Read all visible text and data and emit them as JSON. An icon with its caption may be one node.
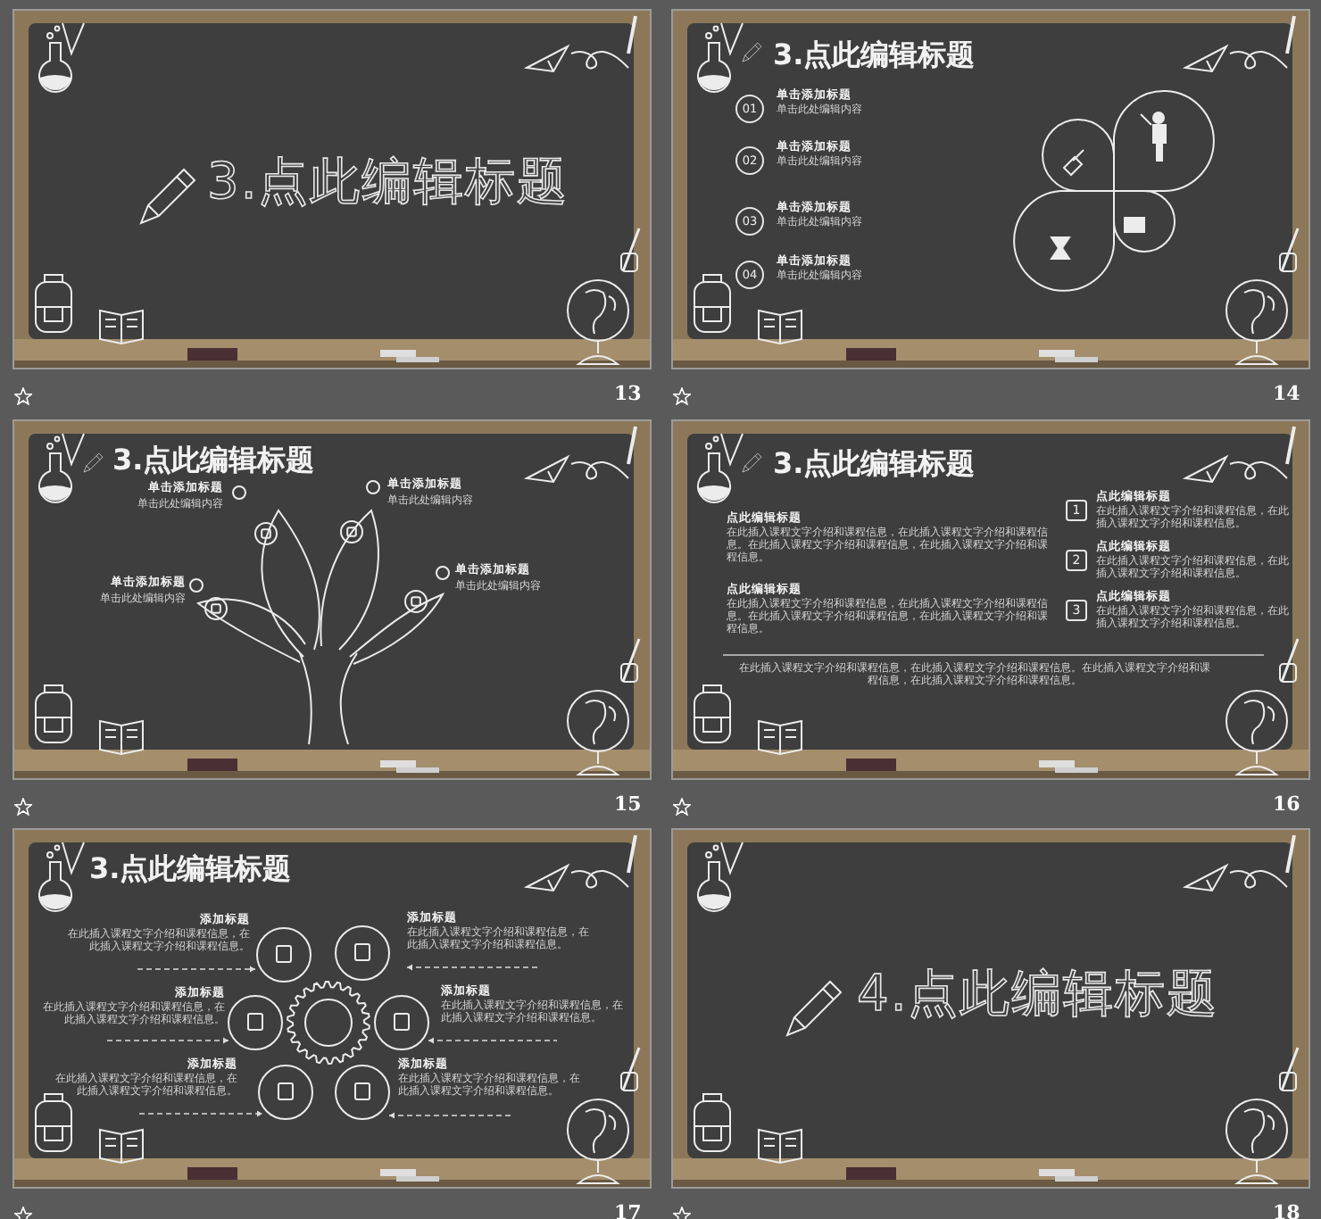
{
  "diagram": {
    "nodes": [
      {
        "text": [
          "3.点此编辑标题"
        ],
        "beside": [
          "13"
        ]
      },
      {
        "text": [
          "3.点此编辑标题",
          "单击添加标题",
          "单击此处编辑内容",
          "单击添加标题",
          "单击此处编辑内容",
          "单击添加标题",
          "单击此处编辑内容",
          "单击添加标题",
          "单击此处编辑内容"
        ],
        "beside": [
          "14"
        ]
      },
      {
        "text": [
          "01"
        ],
        "in": 1
      },
      {
        "text": [
          "02"
        ],
        "in": 1
      },
      {
        "text": [
          "03"
        ],
        "in": 1
      },
      {
        "text": [
          "04"
        ],
        "in": 1
      },
      {
        "text": [
          "3.点此编辑标题",
          "单击添加标题",
          "单击此处编辑内容",
          "单击添加标题",
          "单击此处编辑内容",
          "单击添加标题",
          "单击此处编辑内容",
          "单击添加标题",
          "单击此处编辑内容"
        ],
        "beside": [
          "15"
        ]
      },
      {
        "text": [
          "3.点此编辑标题",
          "点此编辑标题",
          "在此插入课程文字介绍和课程信息，在此插入课程文字介绍和课程信息。在此插入课程文字介绍和课程信息，在此插入课程文字介绍和课程信息。",
          "点此编辑标题",
          "在此插入课程文字介绍和课程信息，在此插入课程文字介绍和课程信息。在此插入课程文字介绍和课程信息，在此插入课程文字介绍和课程信息。",
          "点此编辑标题",
          "在此插入课程文字介绍和课程信息，在此插入课程文字介绍和课程信息。",
          "点此编辑标题",
          "在此插入课程文字介绍和课程信息，在此插入课程文字介绍和课程信息。",
          "点此编辑标题",
          "在此插入课程文字介绍和课程信息，在此插入课程文字介绍和课程信息。",
          "在此插入课程文字介绍和课程信息，在此插入课程文字介绍和课程信息。在此插入课程文字介绍和课程信息，在此插入课程文字介绍和课程信息。"
        ],
        "beside": [
          "16"
        ]
      },
      {
        "text": [
          "1"
        ],
        "in": 7
      },
      {
        "text": [
          "2"
        ],
        "in": 7
      },
      {
        "text": [
          "3"
        ],
        "in": 7
      },
      {
        "text": [
          "3.点此编辑标题",
          "添加标题",
          "在此插入课程文字介绍和课程信息，在此插入课程文字介绍和课程信息。",
          "添加标题",
          "在此插入课程文字介绍和课程信息，在此插入课程文字介绍和课程信息。",
          "添加标题",
          "在此插入课程文字介绍和课程信息，在此插入课程文字介绍和课程信息。",
          "添加标题",
          "在此插入课程文字介绍和课程信息，在此插入课程文字介绍和课程信息。",
          "添加标题",
          "在此插入课程文字介绍和课程信息，在此插入课程文字介绍和课程信息。",
          "添加标题",
          "在此插入课程文字介绍和课程信息，在此插入课程文字介绍和课程信息。"
        ],
        "beside": [
          "17"
        ]
      },
      {
        "text": [
          "4.点此编辑标题"
        ],
        "beside": [
          "18"
        ]
      }
    ],
    "edges": []
  }
}
